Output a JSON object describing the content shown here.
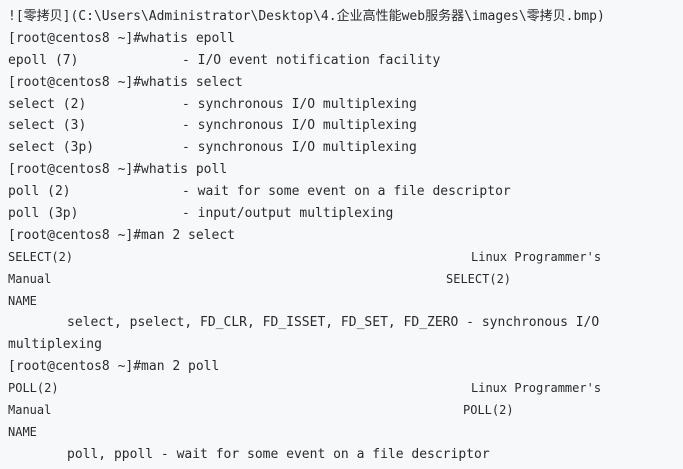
{
  "colors": {
    "background": "#f6f8fa",
    "text": "#2b2b2b"
  },
  "terminal": {
    "image_ref": "![零拷贝](C:\\Users\\Administrator\\Desktop\\4.企业高性能web服务器\\images\\零拷贝.bmp)",
    "prompt_whatis_epoll": "[root@centos8 ~]#whatis epoll",
    "epoll_name": "epoll (7)",
    "epoll_desc": "- I/O event notification facility",
    "prompt_whatis_select": "[root@centos8 ~]#whatis select",
    "select_rows": [
      {
        "name": "select (2)",
        "desc": "- synchronous I/O multiplexing"
      },
      {
        "name": "select (3)",
        "desc": "- synchronous I/O multiplexing"
      },
      {
        "name": "select (3p)",
        "desc": "- synchronous I/O multiplexing"
      }
    ],
    "prompt_whatis_poll": "[root@centos8 ~]#whatis poll",
    "poll_rows": [
      {
        "name": "poll (2)",
        "desc": "- wait for some event on a file descriptor"
      },
      {
        "name": "poll (3p)",
        "desc": "- input/output multiplexing"
      }
    ],
    "prompt_man_select": "[root@centos8 ~]#man 2 select",
    "select_man_header_left": "SELECT(2)",
    "select_man_header_right": "Linux Programmer's",
    "select_man_manual": "Manual",
    "select_man_manual_right": "SELECT(2)",
    "select_name_heading": "NAME",
    "select_name_text": "select, pselect, FD_CLR, FD_ISSET, FD_SET, FD_ZERO - synchronous I/O",
    "select_name_cont": "multiplexing",
    "prompt_man_poll": "[root@centos8 ~]#man 2 poll",
    "poll_man_header_left": "POLL(2)",
    "poll_man_header_right": "Linux Programmer's",
    "poll_man_manual": "Manual",
    "poll_man_manual_right": "POLL(2)",
    "poll_name_heading": "NAME",
    "poll_name_text": "poll, ppoll - wait for some event on a file descriptor"
  }
}
